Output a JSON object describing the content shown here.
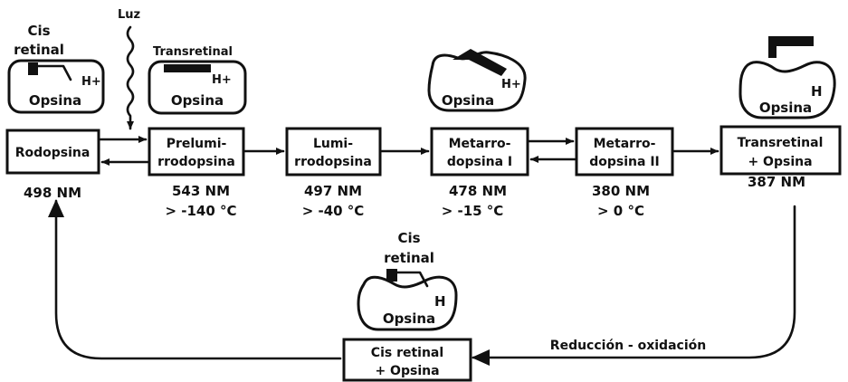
{
  "light_label": "Luz",
  "top_chromophores": {
    "cis_retinal": [
      "Cis",
      "retinal"
    ],
    "transretinal": "Transretinal"
  },
  "protein": {
    "name": "Opsina",
    "h": "H",
    "h_plus": "H+"
  },
  "stages": [
    {
      "lines": [
        "Rodopsina"
      ],
      "nm": "498 NM",
      "temp": ""
    },
    {
      "lines": [
        "Prelumi-",
        "rrodopsina"
      ],
      "nm": "543 NM",
      "temp": "> -140 °C"
    },
    {
      "lines": [
        "Lumi-",
        "rrodopsina"
      ],
      "nm": "497 NM",
      "temp": "> -40 °C"
    },
    {
      "lines": [
        "Metarro-",
        "dopsina I"
      ],
      "nm": "478 NM",
      "temp": "> -15 °C"
    },
    {
      "lines": [
        "Metarro-",
        "dopsina II"
      ],
      "nm": "380 NM",
      "temp": "> 0 °C"
    },
    {
      "lines": [
        "Transretinal",
        "+ Opsina"
      ],
      "nm": "387 NM",
      "temp": ""
    }
  ],
  "regeneration": {
    "chromophore": [
      "Cis",
      "retinal"
    ],
    "box_lines": [
      "Cis retinal",
      "+ Opsina"
    ],
    "process_label": "Reducción - oxidación"
  },
  "colors": {
    "ink": "#111111",
    "background": "#ffffff"
  }
}
